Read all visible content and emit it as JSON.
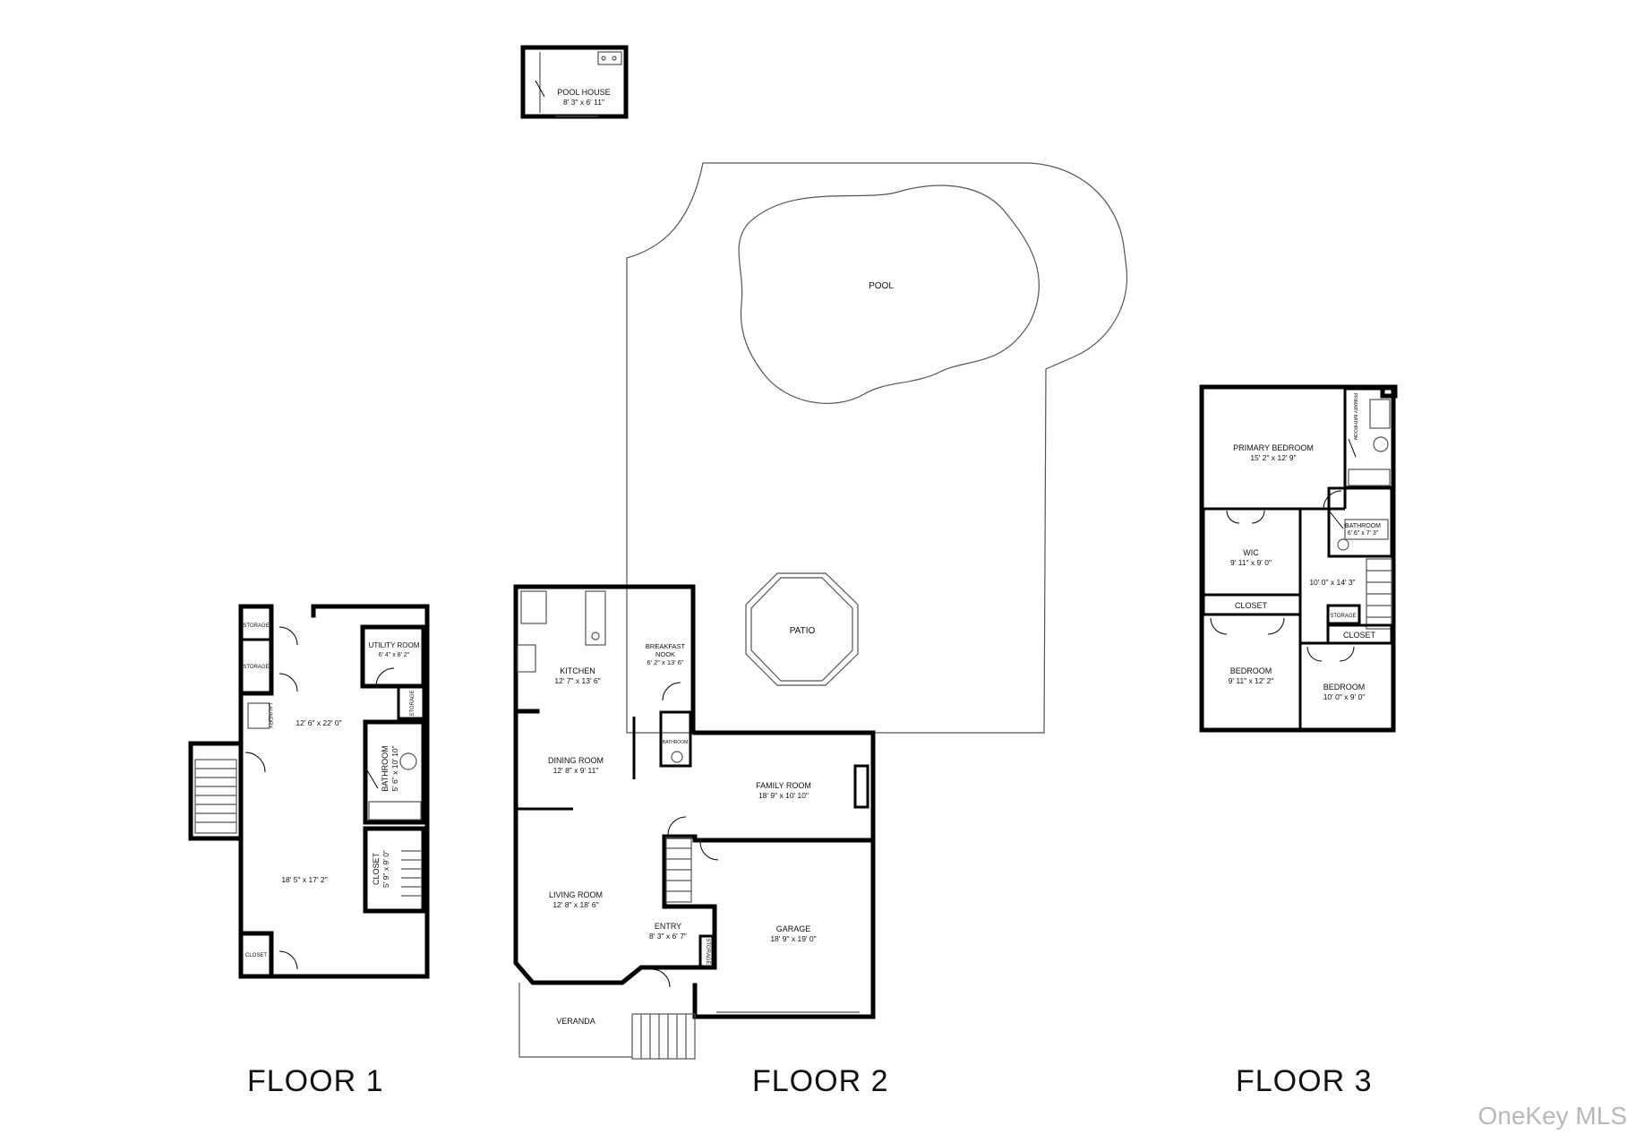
{
  "floor_titles": {
    "floor1": "FLOOR 1",
    "floor2": "FLOOR 2",
    "floor3": "FLOOR 3"
  },
  "watermark": "OneKey MLS",
  "colors": {
    "wall": "#000000",
    "outline": "#555555",
    "background": "#ffffff",
    "watermark": "#b9b9b9"
  },
  "pool_house": {
    "name": "POOL HOUSE",
    "dims": "8' 3\" x 6' 11\""
  },
  "exterior": {
    "pool": "POOL",
    "patio": "PATIO",
    "veranda": "VERANDA"
  },
  "floor1": {
    "storage_a": "STORAGE",
    "storage_b": "STORAGE",
    "utility_room": {
      "name": "UTILITY ROOM",
      "dims": "6' 4\" x 8' 2\""
    },
    "storage_c": "STORAGE",
    "laundry": "LAUNDRY",
    "main_room": {
      "dims": "12' 6\" x 22' 0\""
    },
    "bathroom": {
      "name": "BATHROOM",
      "dims": "5' 6\" x 10' 10\""
    },
    "lower_room": {
      "dims": "18' 5\" x 17' 2\""
    },
    "closet": {
      "name": "CLOSET",
      "dims": "5' 9\" x 9' 0\""
    },
    "closet_small": "CLOSET"
  },
  "floor2": {
    "kitchen": {
      "name": "KITCHEN",
      "dims": "12' 7\" x 13' 6\""
    },
    "breakfast_nook": {
      "name": "BREAKFAST",
      "name2": "NOOK",
      "dims": "6' 2\" x 13' 6\""
    },
    "dining_room": {
      "name": "DINING ROOM",
      "dims": "12' 8\" x 9' 11\""
    },
    "bathroom": "BATHROOM",
    "family_room": {
      "name": "FAMILY ROOM",
      "dims": "18' 9\" x 10' 10\""
    },
    "living_room": {
      "name": "LIVING ROOM",
      "dims": "12' 8\" x 18' 6\""
    },
    "entry": {
      "name": "ENTRY",
      "dims": "8' 3\" x 6' 7\""
    },
    "storage": "STORAGE",
    "garage": {
      "name": "GARAGE",
      "dims": "18' 9\" x 19' 0\""
    }
  },
  "floor3": {
    "primary_bedroom": {
      "name": "PRIMARY BEDROOM",
      "dims": "15' 2\" x 12' 9\""
    },
    "primary_bathroom": "PRIMARY BATHROOM",
    "bathroom": {
      "name": "BATHROOM",
      "dims": "6' 6\" x 7' 3\""
    },
    "wic": {
      "name": "WIC",
      "dims": "9' 11\" x 9' 0\""
    },
    "hall": {
      "dims": "10' 0\" x 14' 3\""
    },
    "closet_a": "CLOSET",
    "storage": "STORAGE",
    "closet_b": "CLOSET",
    "bedroom_a": {
      "name": "BEDROOM",
      "dims": "9' 11\" x 12' 2\""
    },
    "bedroom_b": {
      "name": "BEDROOM",
      "dims": "10' 0\" x 9' 0\""
    }
  }
}
